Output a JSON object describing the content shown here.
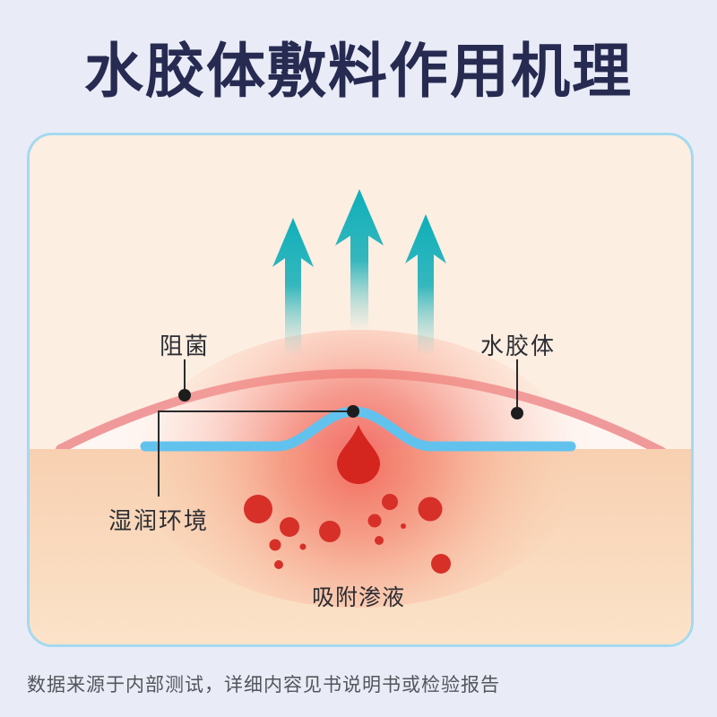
{
  "header": {
    "title": "水胶体敷料作用机理",
    "title_color": "#272b51"
  },
  "diagram": {
    "labels": {
      "block_bacteria": "阻菌",
      "hydrocolloid": "水胶体",
      "moist_environment": "湿润环境",
      "absorb_exudate": "吸附渗液"
    },
    "icons": [
      "up-arrow-icon",
      "up-arrow-icon",
      "up-arrow-icon"
    ],
    "colors": {
      "page_background": "#e9ecf7",
      "card_background": "#fdeee2",
      "card_border": "#a5d9ef",
      "vapor_arrow": "#12b0ba",
      "dressing_arc": "#f0999b",
      "hydrocolloid_layer": "#62c2ee",
      "exudate_red": "#d5251f",
      "skin": "#f9d5b8",
      "callout_line": "#2a2a2a"
    }
  },
  "footer": {
    "note": "数据来源于内部测试，详细内容见书说明书或检验报告"
  }
}
